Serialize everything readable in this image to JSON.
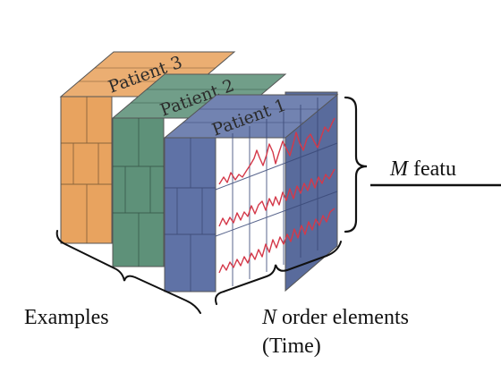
{
  "patients": [
    {
      "label": "Patient 3",
      "color": "#E8A35F"
    },
    {
      "label": "Patient 2",
      "color": "#5E9179"
    },
    {
      "label": "Patient 1",
      "color": "#5F72A6"
    }
  ],
  "signal_color": "#D4394A",
  "labels": {
    "features_var": "M",
    "features_text": " featu",
    "examples": "Examples",
    "order_var": "N",
    "order_text": " order elements",
    "time": "(Time)"
  }
}
